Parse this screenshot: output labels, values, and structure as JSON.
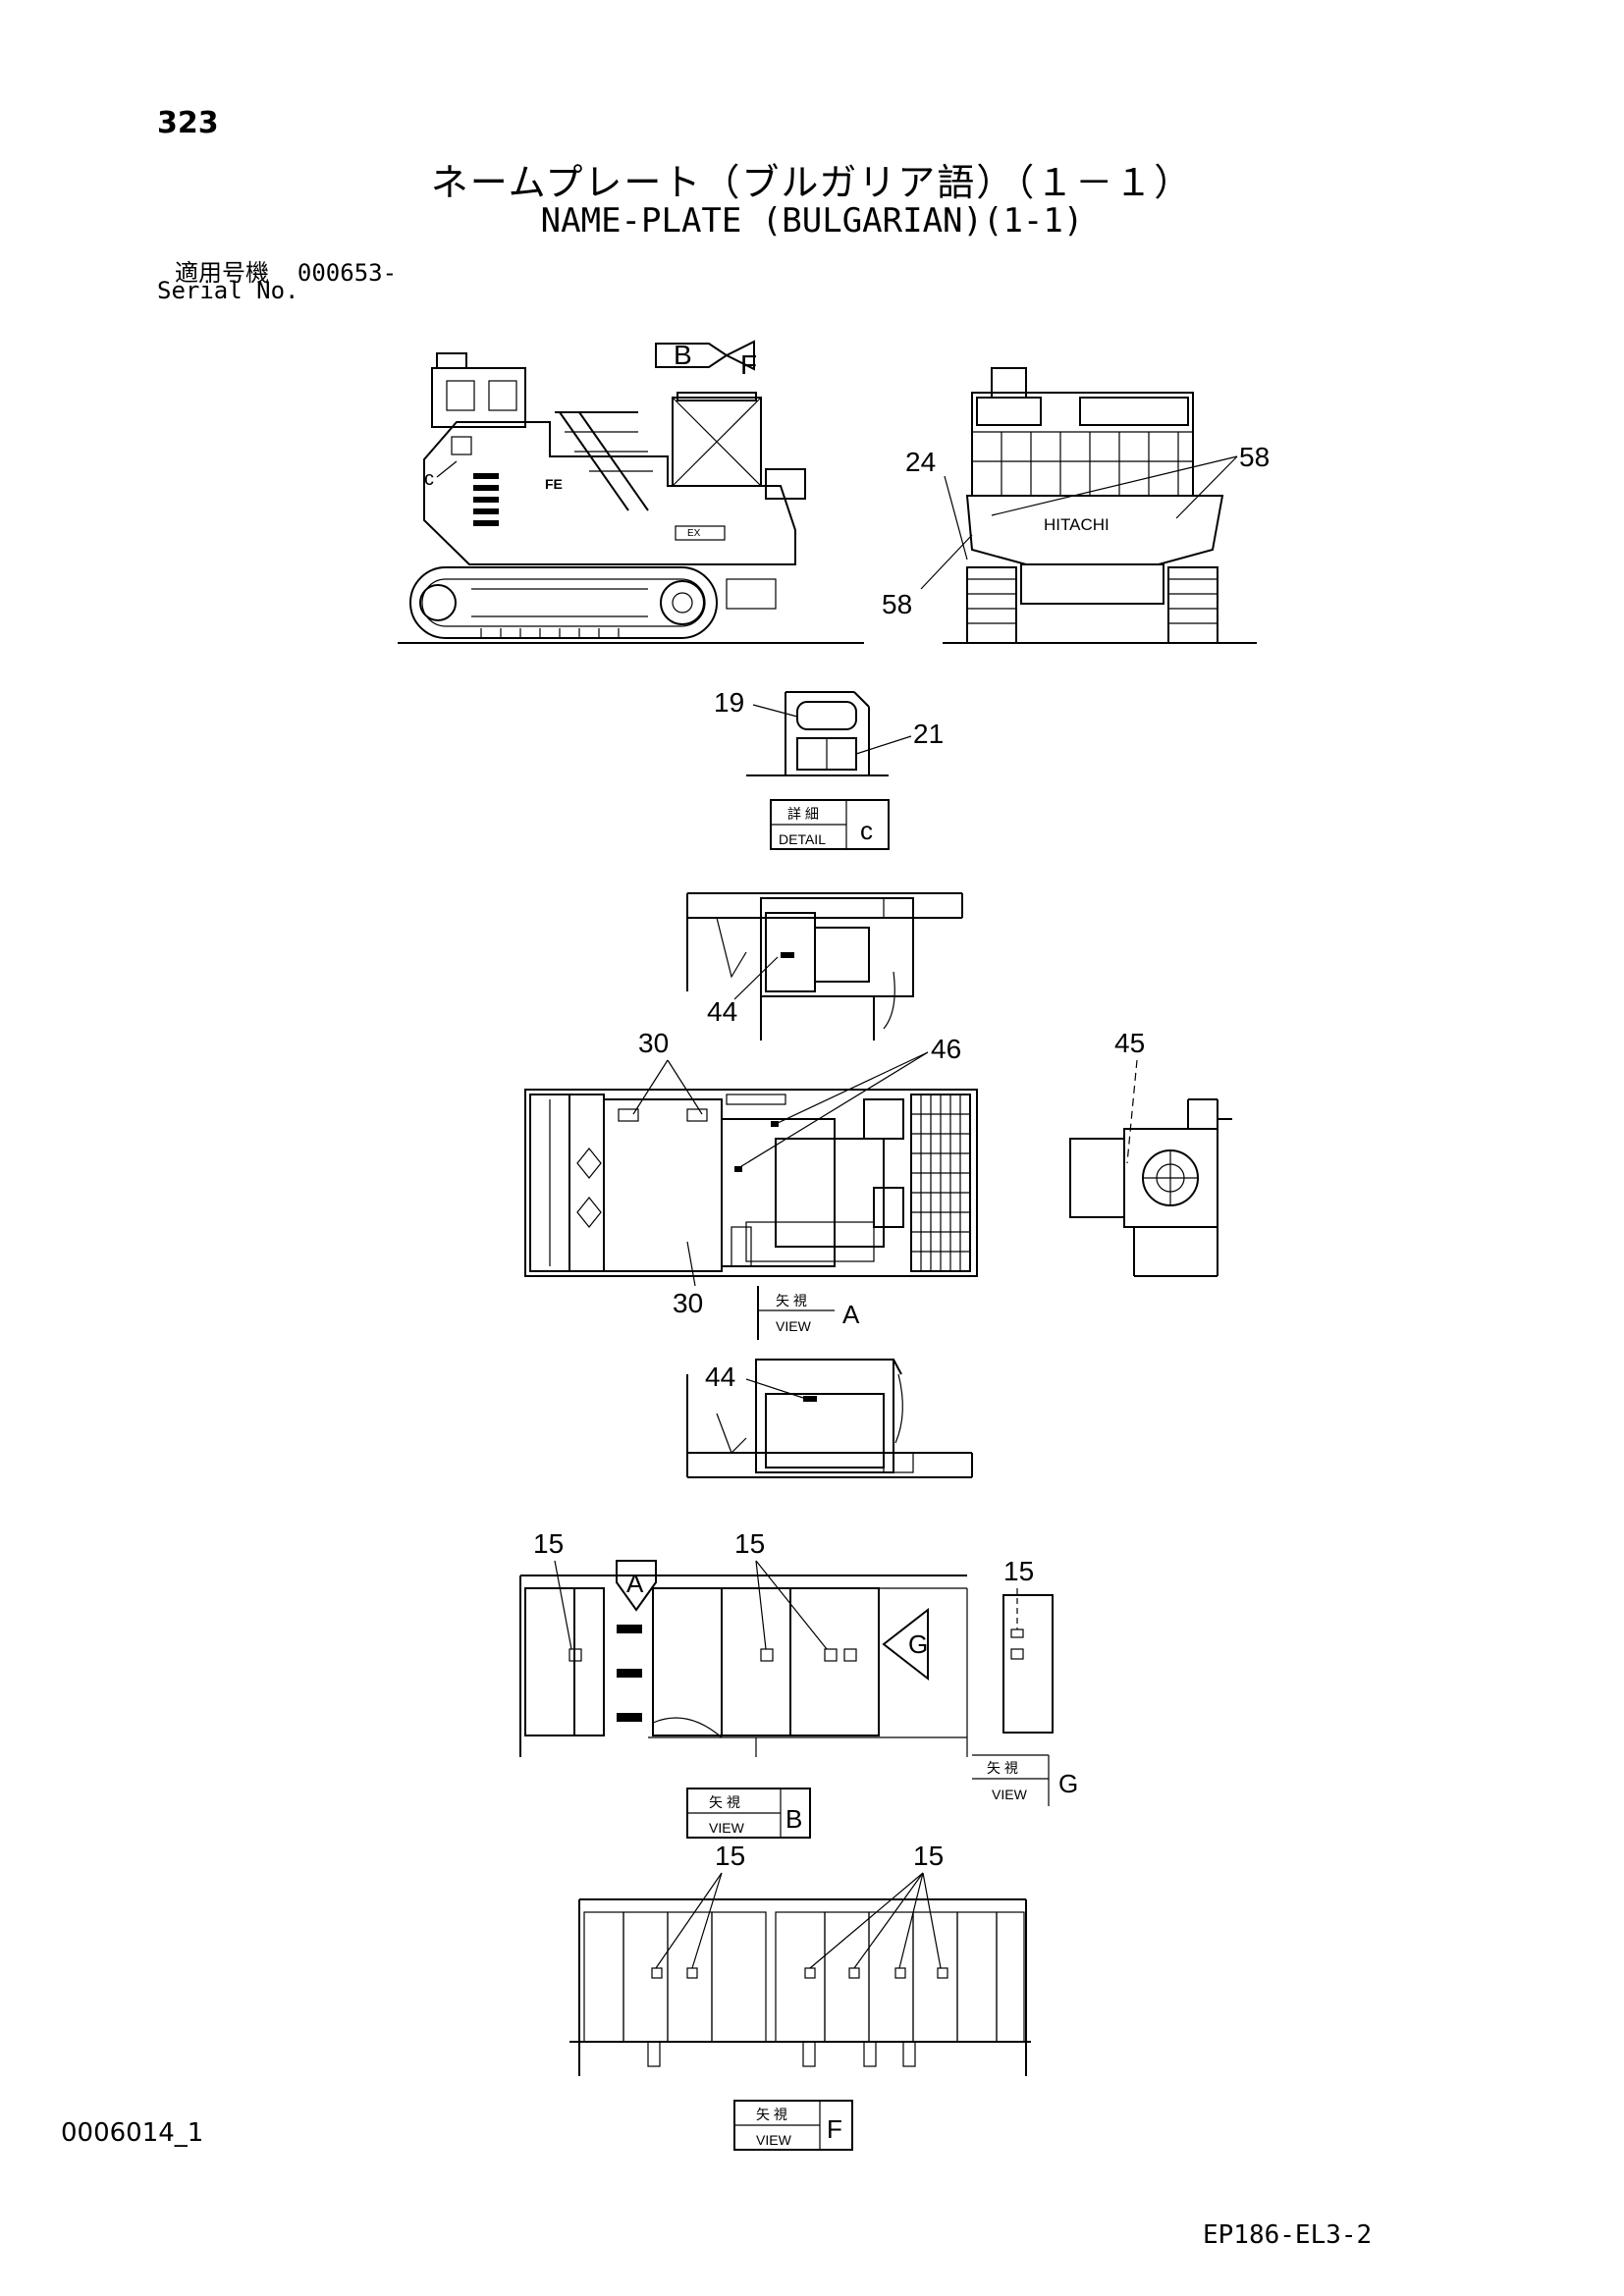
{
  "header": {
    "page_number": "323",
    "title_jp": "ネームプレート（ブルガリア語）（１－１）",
    "title_en": "NAME-PLATE (BULGARIAN)(1-1)",
    "serial_label_jp": "適用号機",
    "serial_value": "000653-",
    "serial_label_en": "Serial No."
  },
  "footer": {
    "doc_code": "0006014_1",
    "sheet_code": "EP186-EL3-2"
  },
  "arrow_labels": {
    "b": "B",
    "f": "F",
    "a": "A",
    "g": "G"
  },
  "callouts": {
    "n24": "24",
    "n58a": "58",
    "n58b": "58",
    "c": "c",
    "n19": "19",
    "n21": "21",
    "n44a": "44",
    "n30a": "30",
    "n46": "46",
    "n45": "45",
    "n30b": "30",
    "n44b": "44",
    "n15a": "15",
    "n15b": "15",
    "n15c": "15",
    "n15d": "15",
    "n15e": "15"
  },
  "views": {
    "detail_c": {
      "jp": "詳 細",
      "en": "DETAIL",
      "letter": "c"
    },
    "view_a": {
      "jp": "矢 視",
      "en": "VIEW",
      "letter": "A"
    },
    "view_b": {
      "jp": "矢 視",
      "en": "VIEW",
      "letter": "B"
    },
    "view_g": {
      "jp": "矢 視",
      "en": "VIEW",
      "letter": "G"
    },
    "view_f": {
      "jp": "矢 視",
      "en": "VIEW",
      "letter": "F"
    }
  },
  "machine_text": {
    "brand": "HITACHI"
  }
}
